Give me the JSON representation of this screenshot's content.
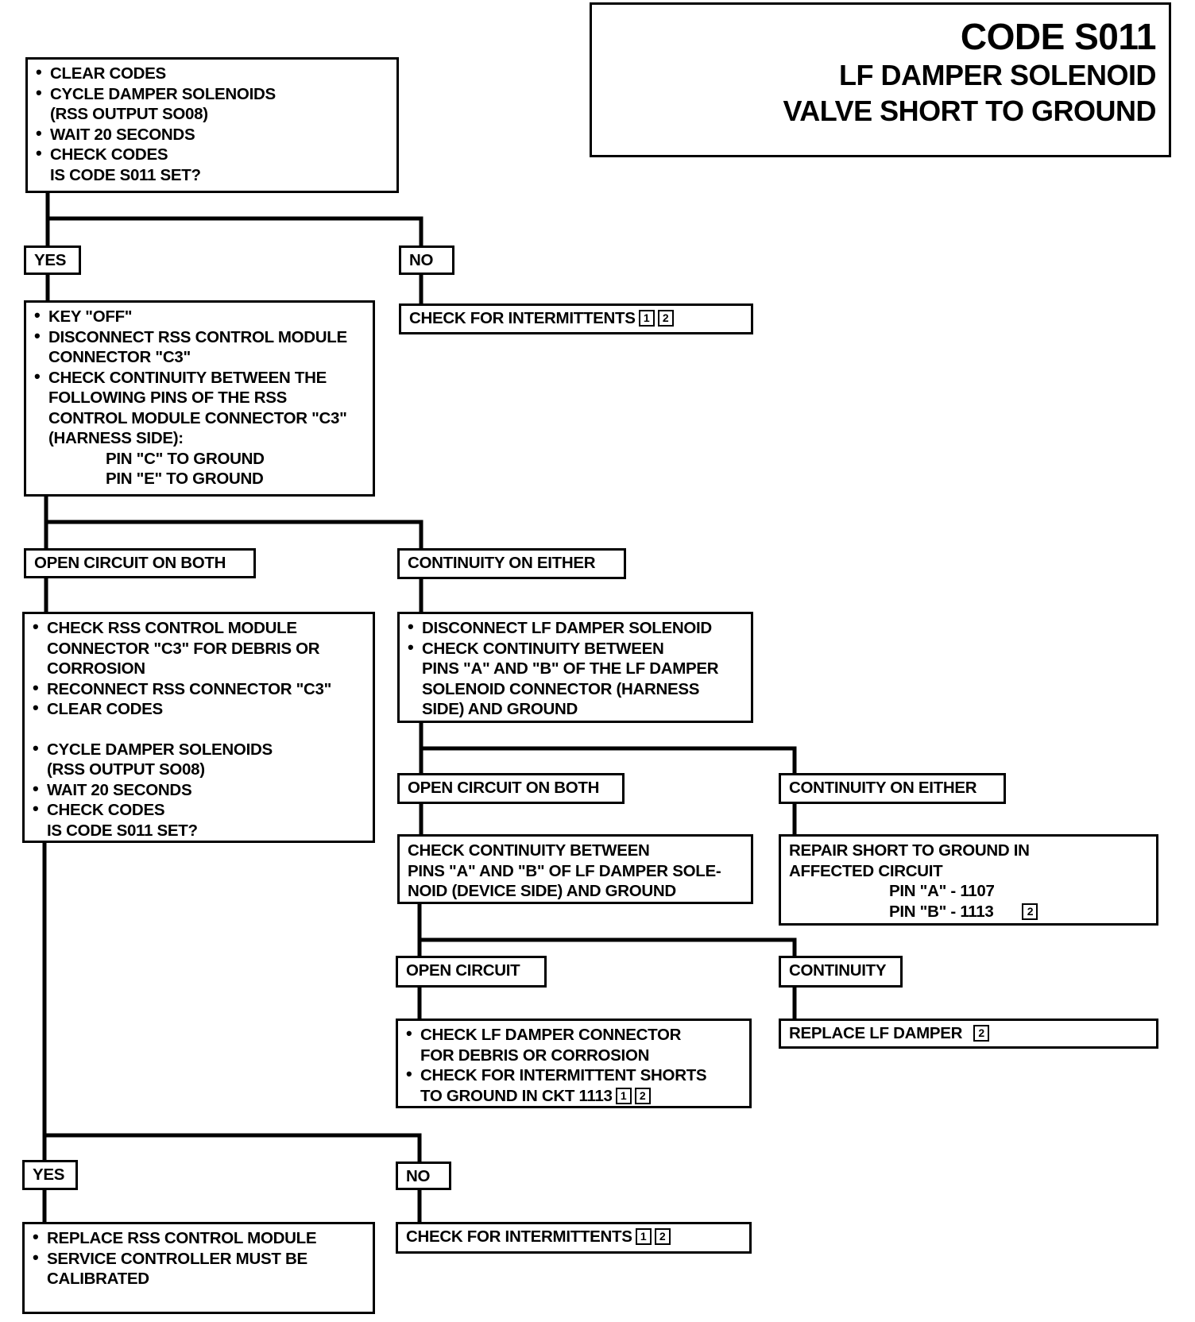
{
  "title": {
    "line1": "CODE S011",
    "line2": "LF DAMPER SOLENOID",
    "line3": "VALVE SHORT TO GROUND"
  },
  "steps": {
    "step1": [
      "CLEAR CODES",
      "CYCLE DAMPER SOLENOIDS",
      "(RSS OUTPUT SO08)",
      "WAIT 20 SECONDS",
      "CHECK CODES",
      "IS CODE S011 SET?"
    ],
    "yes1": "YES",
    "no1": "NO",
    "no1_result": "CHECK FOR INTERMITTENTS",
    "step2": [
      "KEY \"OFF\"",
      "DISCONNECT RSS CONTROL MODULE",
      "CONNECTOR \"C3\"",
      "CHECK CONTINUITY BETWEEN THE",
      "FOLLOWING PINS OF THE RSS",
      "CONTROL MODULE CONNECTOR \"C3\"",
      "(HARNESS SIDE):",
      "PIN \"C\" TO GROUND",
      "PIN \"E\" TO GROUND"
    ],
    "open_both_1": "OPEN CIRCUIT ON BOTH",
    "cont_either_1": "CONTINUITY ON EITHER",
    "step3": [
      "CHECK RSS CONTROL MODULE",
      "CONNECTOR \"C3\" FOR DEBRIS OR",
      "CORROSION",
      "RECONNECT RSS CONNECTOR \"C3\"",
      "CLEAR CODES",
      "CYCLE DAMPER SOLENOIDS",
      "(RSS OUTPUT SO08)",
      "WAIT 20 SECONDS",
      "CHECK CODES",
      "IS CODE S011 SET?"
    ],
    "step4": [
      "DISCONNECT LF DAMPER SOLENOID",
      "CHECK CONTINUITY BETWEEN",
      "PINS \"A\" AND \"B\" OF THE LF DAMPER",
      "SOLENOID CONNECTOR (HARNESS",
      "SIDE) AND GROUND"
    ],
    "open_both_2": "OPEN CIRCUIT ON BOTH",
    "cont_either_2": "CONTINUITY ON EITHER",
    "step5": [
      "CHECK CONTINUITY BETWEEN",
      "PINS \"A\" AND \"B\" OF LF DAMPER SOLE-",
      "NOID (DEVICE SIDE) AND GROUND"
    ],
    "step6": [
      "REPAIR SHORT TO GROUND IN",
      "AFFECTED CIRCUIT",
      "PIN \"A\" - 1107",
      "PIN \"B\" - 1113"
    ],
    "open_circuit": "OPEN CIRCUIT",
    "continuity": "CONTINUITY",
    "step7": [
      "CHECK LF DAMPER CONNECTOR",
      "FOR DEBRIS OR CORROSION",
      "CHECK FOR INTERMITTENT SHORTS",
      "TO GROUND IN CKT 1113"
    ],
    "replace_damper": "REPLACE LF DAMPER",
    "yes2": "YES",
    "no2": "NO",
    "step8": [
      "REPLACE RSS CONTROL MODULE",
      "SERVICE CONTROLLER MUST BE",
      "CALIBRATED"
    ],
    "no2_result": "CHECK FOR INTERMITTENTS"
  },
  "refs": {
    "r1": "1",
    "r2": "2"
  }
}
